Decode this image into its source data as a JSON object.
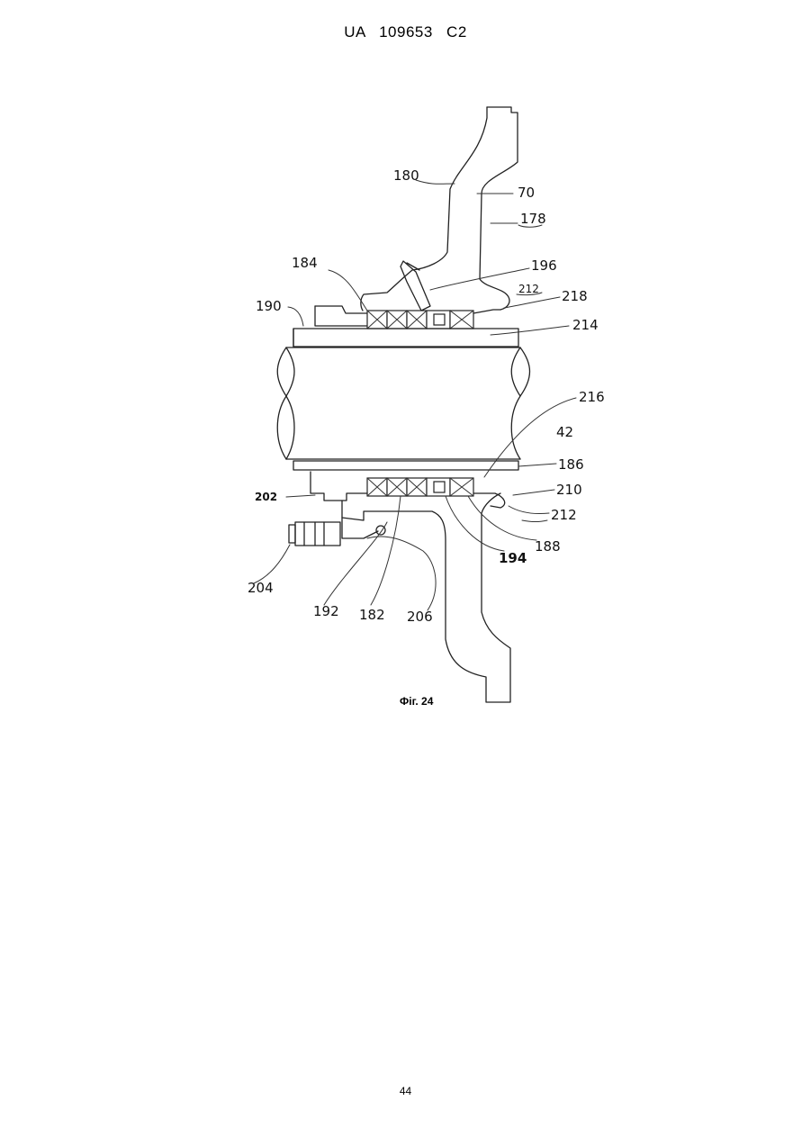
{
  "header": {
    "document_id": "UA   109653   C2"
  },
  "figure": {
    "caption": "Фiг. 24",
    "labels": {
      "l180": "180",
      "l70": "70",
      "l178": "178",
      "l184": "184",
      "l196": "196",
      "l212_top": "212",
      "l218": "218",
      "l190": "190",
      "l214": "214",
      "l216": "216",
      "l42": "42",
      "l186": "186",
      "l202": "202",
      "l210": "210",
      "l212_bottom": "212",
      "l204": "204",
      "l188": "188",
      "l194": "194",
      "l192": "192",
      "l182": "182",
      "l206": "206"
    }
  },
  "footer": {
    "page_number": "44"
  }
}
